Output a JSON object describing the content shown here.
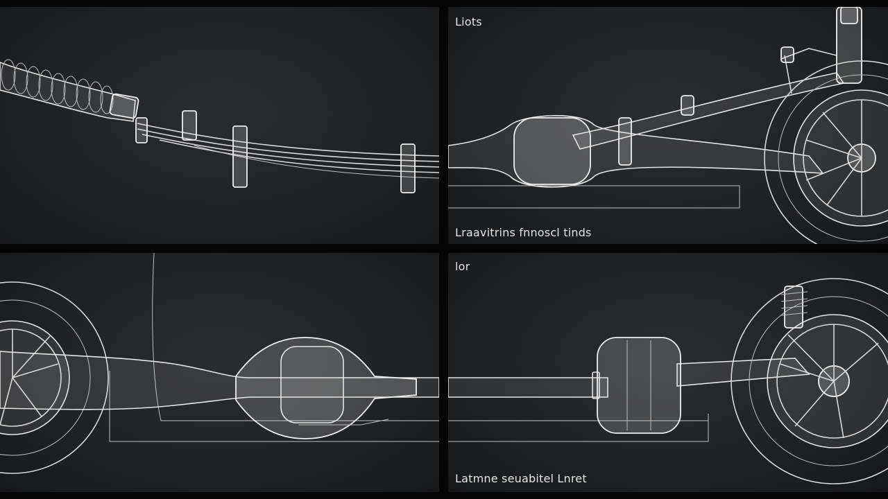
{
  "panels": {
    "top_left": {
      "label": ""
    },
    "top_right": {
      "title": "Liots",
      "caption": "Lraavitrins fnnoscl tinds"
    },
    "bottom_left": {
      "label": ""
    },
    "bottom_right": {
      "title": "lor",
      "caption": "Latmne seuabitel Lnret"
    }
  },
  "colors": {
    "background": "#050505",
    "panel": "#202224",
    "line": "#d9d9d9"
  }
}
